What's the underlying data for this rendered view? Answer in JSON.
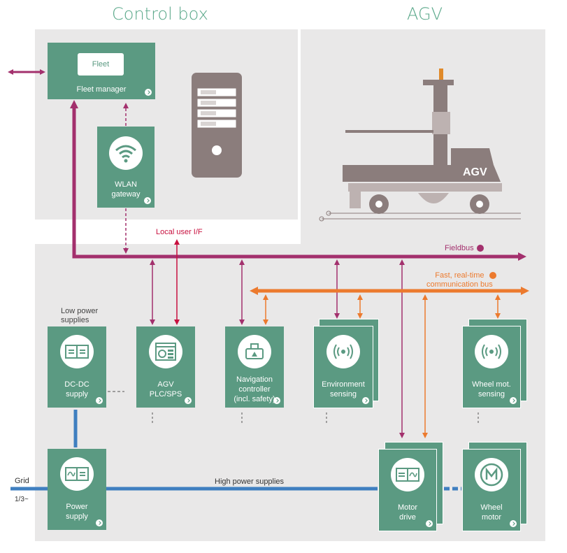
{
  "titles": {
    "control_box": "Control box",
    "agv": "AGV"
  },
  "fleet_manager": {
    "inner_label": "Fleet",
    "label": "Fleet manager"
  },
  "wlan_gateway": {
    "label": "WLAN\ngateway"
  },
  "agv_vehicle": {
    "label": "AGV"
  },
  "buses": {
    "local_ui": "Local user I/F",
    "fieldbus": "Fieldbus",
    "realtime": "Fast, real-time\ncommunication bus",
    "high_power": "High power supplies",
    "low_power": "Low power\nsupplies"
  },
  "grid": {
    "label": "Grid",
    "phase": "1/3~"
  },
  "modules": {
    "dcdc": "DC-DC\nsupply",
    "plc": "AGV\nPLC/SPS",
    "nav": "Navigation\ncontroller\n(incl. safety)",
    "env": "Environment\nsensing",
    "wheel_sensing": "Wheel mot.\nsensing",
    "power_supply": "Power\nsupply",
    "motor_drive": "Motor\ndrive",
    "wheel_motor": "Wheel\nmotor"
  },
  "colors": {
    "module": "#5b9a82",
    "fieldbus": "#a3306d",
    "realtime": "#ec7a2e",
    "power": "#3f7fc0",
    "local_ui": "#c8103f",
    "panel": "#e9e8e8",
    "title": "#5aa88a"
  },
  "icons": [
    "wifi-icon",
    "server-icon",
    "dcdc-converter-icon",
    "plc-icon",
    "navigation-icon",
    "sensor-wave-icon",
    "inverter-icon",
    "motor-m-icon"
  ]
}
